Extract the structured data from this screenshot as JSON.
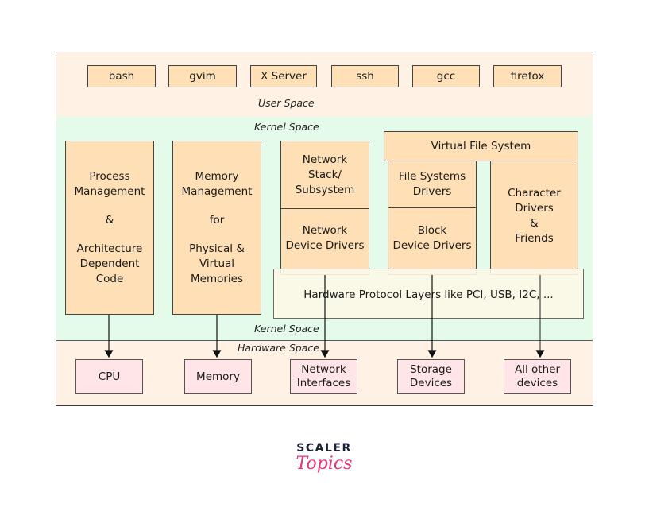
{
  "diagram": {
    "regions": {
      "user_space": "User Space",
      "kernel_space_top": "Kernel Space",
      "kernel_space_bottom": "Kernel Space",
      "hardware_space": "Hardware Space"
    },
    "user_apps": [
      "bash",
      "gvim",
      "X Server",
      "ssh",
      "gcc",
      "firefox"
    ],
    "kernel": {
      "process_management": [
        "Process",
        "Management",
        "&",
        "Architecture",
        "Dependent",
        "Code"
      ],
      "memory_management": [
        "Memory",
        "Management",
        "for",
        "Physical &",
        "Virtual",
        "Memories"
      ],
      "network_stack": [
        "Network",
        "Stack/",
        "Subsystem"
      ],
      "network_device_drivers": [
        "Network",
        "Device Drivers"
      ],
      "virtual_file_system": "Virtual File System",
      "file_systems_drivers": [
        "File Systems",
        "Drivers"
      ],
      "block_device_drivers": [
        "Block",
        "Device Drivers"
      ],
      "character_drivers": [
        "Character",
        "Drivers",
        "&",
        "Friends"
      ],
      "hardware_protocol_layers": "Hardware Protocol Layers like PCI, USB, I2C, ..."
    },
    "hardware": {
      "cpu": [
        "CPU"
      ],
      "memory": [
        "Memory"
      ],
      "network_interfaces": [
        "Network",
        "Interfaces"
      ],
      "storage_devices": [
        "Storage",
        "Devices"
      ],
      "all_other_devices": [
        "All other",
        "devices"
      ]
    },
    "colors": {
      "user_bg": "#fff2e5",
      "kernel_bg": "#e5fbe9",
      "component_fill": "#ffdfb6",
      "hardware_fill": "#ffe4e8",
      "protocol_fill": "#fcf7e6",
      "logo_pink": "#e6337a",
      "logo_navy": "#1b2236"
    }
  },
  "logo": {
    "top": "SCALER",
    "bottom": "Topics"
  }
}
